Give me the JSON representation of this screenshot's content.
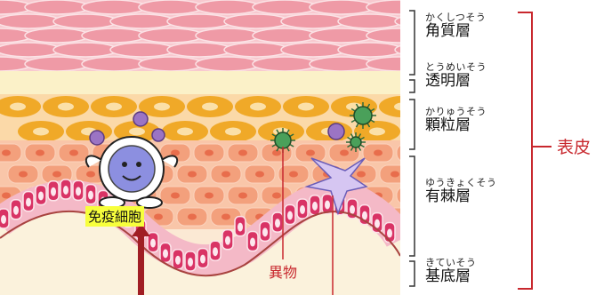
{
  "layers": [
    {
      "ruby": "かくしつそう",
      "name": "角質層"
    },
    {
      "ruby": "とうめいそう",
      "name": "透明層"
    },
    {
      "ruby": "かりゅうそう",
      "name": "顆粒層"
    },
    {
      "ruby": "ゆうきょくそう",
      "name": "有棘層"
    },
    {
      "ruby": "きていそう",
      "name": "基底層"
    }
  ],
  "epidermis_label": "表皮",
  "foreign_label": "異物",
  "immune_label": "免疫細胞",
  "colors": {
    "accent": "#c8282e",
    "stratum_corneum": "#ef9aa6",
    "granular": "#f0a928",
    "spinous": "#f3a07c",
    "basal": "#d93365",
    "highlight": "#f7ff3c"
  }
}
